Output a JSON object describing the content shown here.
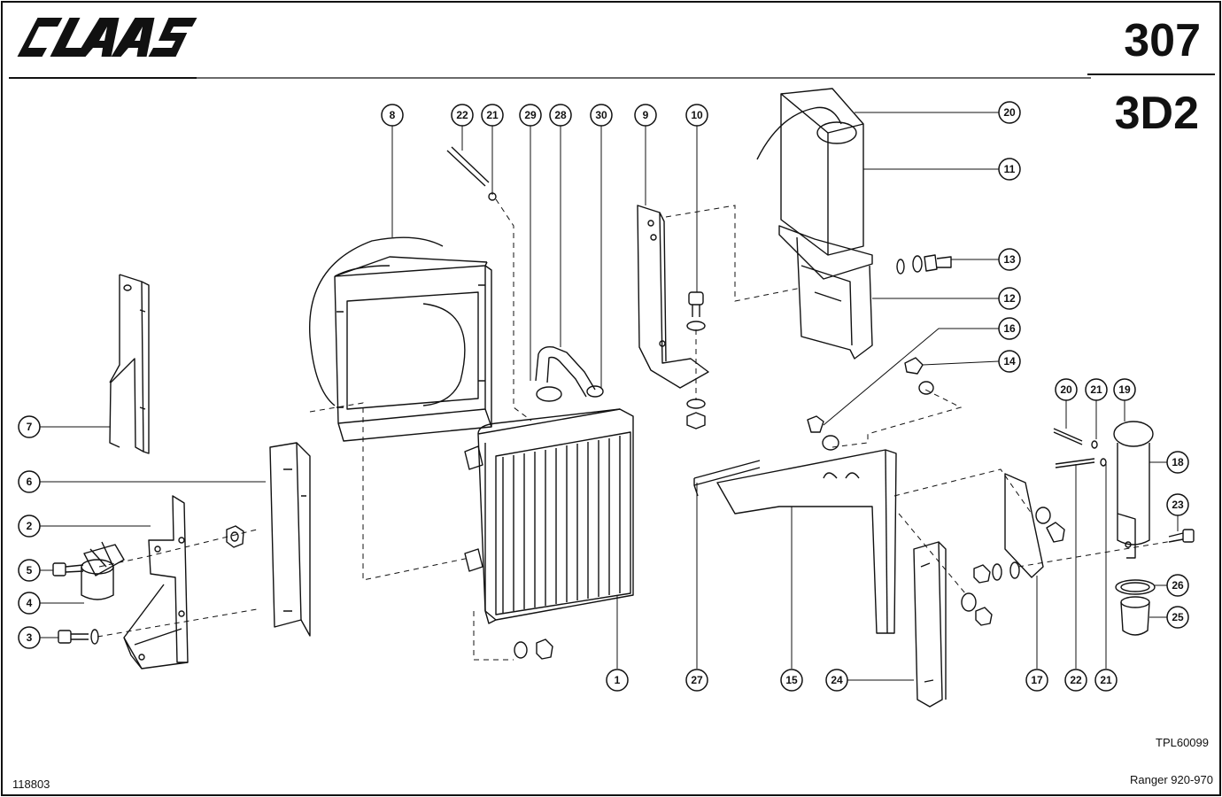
{
  "header": {
    "brand": "CLAAS",
    "page_number": "307",
    "section_code": "3D2"
  },
  "footer": {
    "drawing_id": "118803",
    "tpl_code": "TPL60099",
    "model": "Ranger 920-970"
  },
  "callouts": [
    {
      "id": "c1",
      "label": "1"
    },
    {
      "id": "c2",
      "label": "2"
    },
    {
      "id": "c3",
      "label": "3"
    },
    {
      "id": "c4",
      "label": "4"
    },
    {
      "id": "c5",
      "label": "5"
    },
    {
      "id": "c6",
      "label": "6"
    },
    {
      "id": "c7",
      "label": "7"
    },
    {
      "id": "c8",
      "label": "8"
    },
    {
      "id": "c9",
      "label": "9"
    },
    {
      "id": "c10",
      "label": "10"
    },
    {
      "id": "c11",
      "label": "11"
    },
    {
      "id": "c12",
      "label": "12"
    },
    {
      "id": "c13",
      "label": "13"
    },
    {
      "id": "c14",
      "label": "14"
    },
    {
      "id": "c15",
      "label": "15"
    },
    {
      "id": "c16",
      "label": "16"
    },
    {
      "id": "c17",
      "label": "17"
    },
    {
      "id": "c18",
      "label": "18"
    },
    {
      "id": "c19",
      "label": "19"
    },
    {
      "id": "c20a",
      "label": "20"
    },
    {
      "id": "c20b",
      "label": "20"
    },
    {
      "id": "c21a",
      "label": "21"
    },
    {
      "id": "c21b",
      "label": "21"
    },
    {
      "id": "c21c",
      "label": "21"
    },
    {
      "id": "c22a",
      "label": "22"
    },
    {
      "id": "c22b",
      "label": "22"
    },
    {
      "id": "c23",
      "label": "23"
    },
    {
      "id": "c24",
      "label": "24"
    },
    {
      "id": "c25",
      "label": "25"
    },
    {
      "id": "c26",
      "label": "26"
    },
    {
      "id": "c27",
      "label": "27"
    },
    {
      "id": "c28",
      "label": "28"
    },
    {
      "id": "c29",
      "label": "29"
    },
    {
      "id": "c30",
      "label": "30"
    }
  ]
}
